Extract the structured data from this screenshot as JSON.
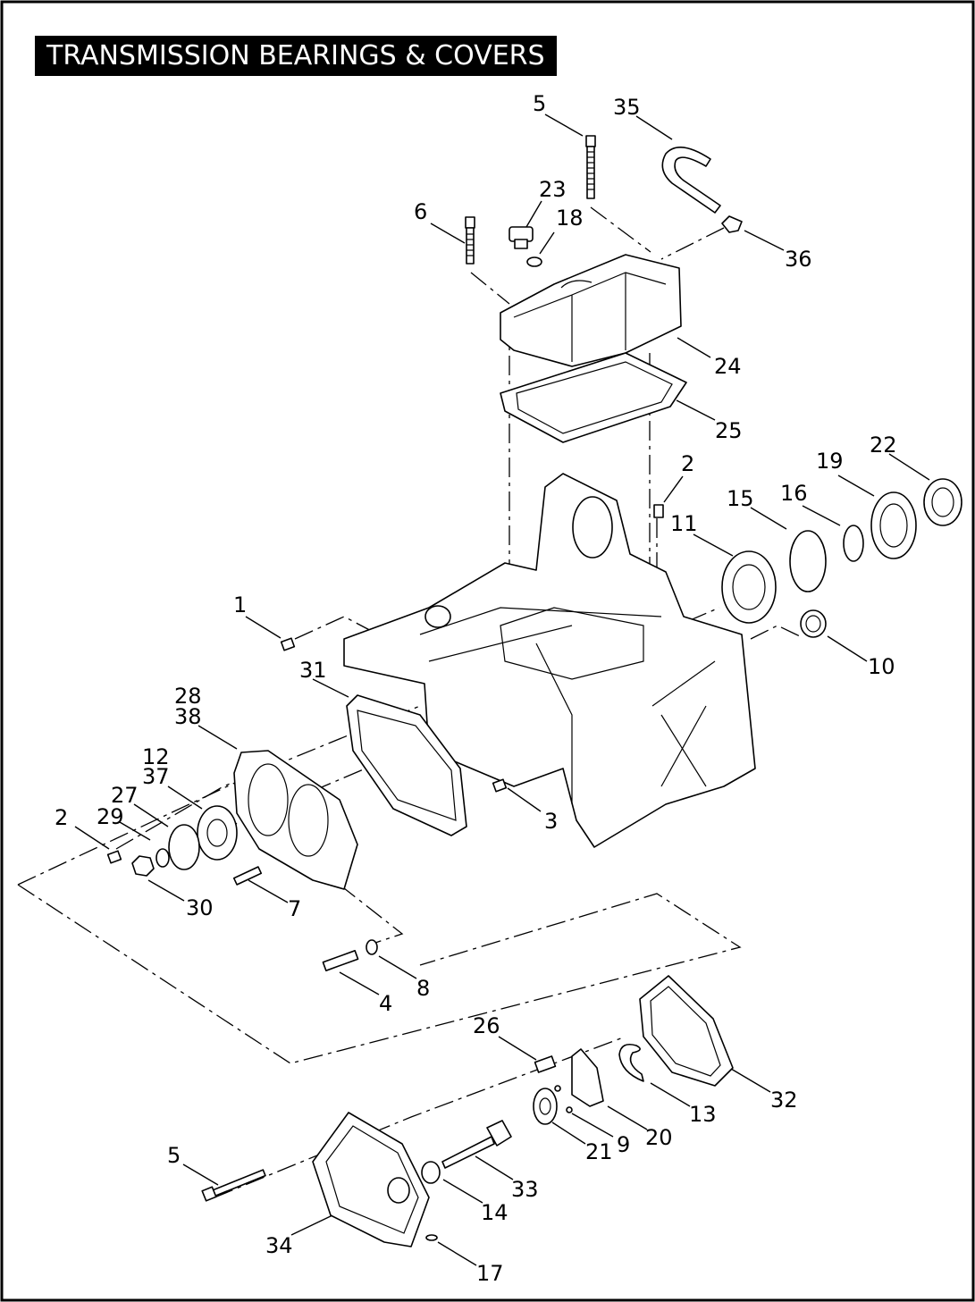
{
  "title": "TRANSMISSION BEARINGS & COVERS",
  "callouts": {
    "c5a": "5",
    "c35": "35",
    "c23": "23",
    "c18": "18",
    "c6": "6",
    "c36": "36",
    "c24": "24",
    "c25": "25",
    "c2a": "2",
    "c22": "22",
    "c19": "19",
    "c16": "16",
    "c15": "15",
    "c11": "11",
    "c10": "10",
    "c1": "1",
    "c31": "31",
    "c28": "28",
    "c38": "38",
    "c12": "12",
    "c37": "37",
    "c27": "27",
    "c2b": "2",
    "c29": "29",
    "c30": "30",
    "c7": "7",
    "c3": "3",
    "c8": "8",
    "c4": "4",
    "c26": "26",
    "c32": "32",
    "c13": "13",
    "c20": "20",
    "c9": "9",
    "c21": "21",
    "c5b": "5",
    "c33": "33",
    "c14": "14",
    "c34": "34",
    "c17": "17"
  }
}
